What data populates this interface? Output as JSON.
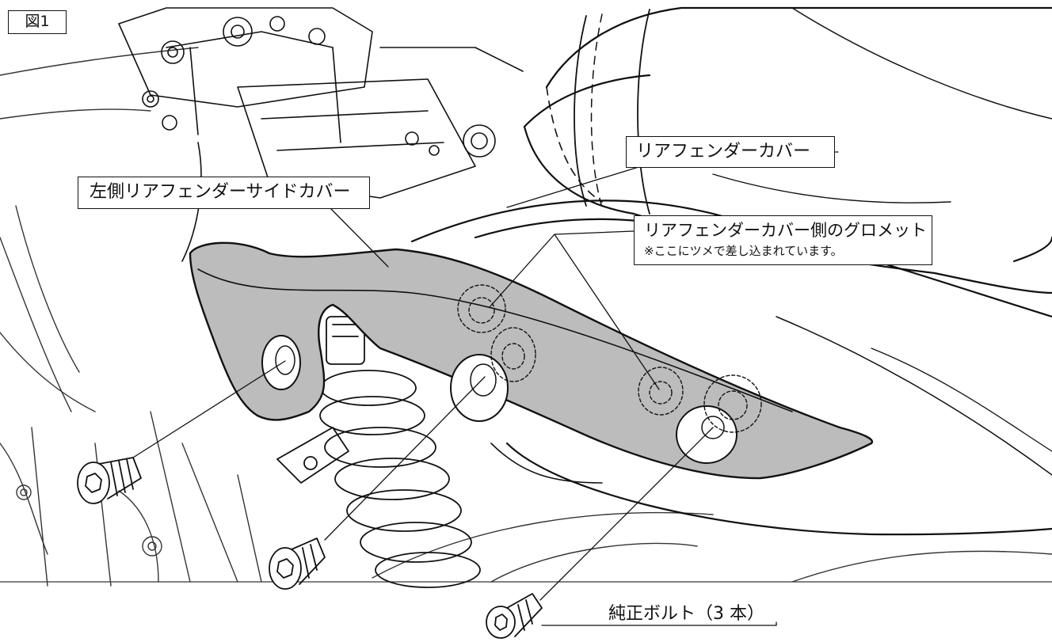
{
  "figure": {
    "label": "図1"
  },
  "callouts": {
    "left_side_cover": "左側リアフェンダーサイドカバー",
    "rear_fender_cover": "リアフェンダーカバー",
    "grommet_title": "リアフェンダーカバー側のグロメット",
    "grommet_note": "※ここにツメで差し込まれています。",
    "bolts": "純正ボルト（3 本）"
  },
  "colors": {
    "ink": "#111111",
    "cover_fill": "#bcbcbc",
    "paper": "#ffffff"
  },
  "icons": [
    "hex-socket-bolt-icon",
    "shock-absorber-spring-icon",
    "grommet-icon"
  ]
}
